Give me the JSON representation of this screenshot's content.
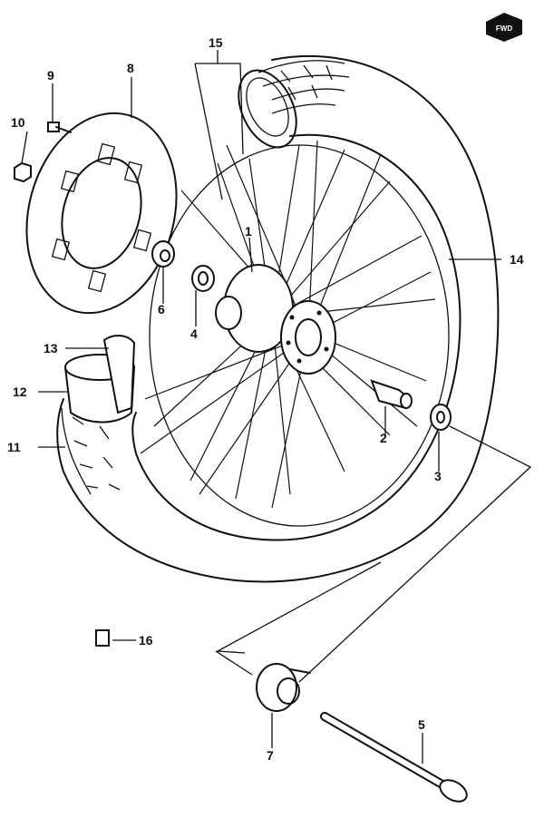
{
  "diagram": {
    "arrow_badge": "FWD",
    "callouts": [
      {
        "id": "c1",
        "label": "1"
      },
      {
        "id": "c2",
        "label": "2"
      },
      {
        "id": "c3",
        "label": "3"
      },
      {
        "id": "c4",
        "label": "4"
      },
      {
        "id": "c5",
        "label": "5"
      },
      {
        "id": "c6",
        "label": "6"
      },
      {
        "id": "c7",
        "label": "7"
      },
      {
        "id": "c8",
        "label": "8"
      },
      {
        "id": "c9",
        "label": "9"
      },
      {
        "id": "c10",
        "label": "10"
      },
      {
        "id": "c11",
        "label": "11"
      },
      {
        "id": "c12",
        "label": "12"
      },
      {
        "id": "c13",
        "label": "13"
      },
      {
        "id": "c14",
        "label": "14"
      },
      {
        "id": "c15",
        "label": "15"
      },
      {
        "id": "c16",
        "label": "16"
      }
    ]
  }
}
